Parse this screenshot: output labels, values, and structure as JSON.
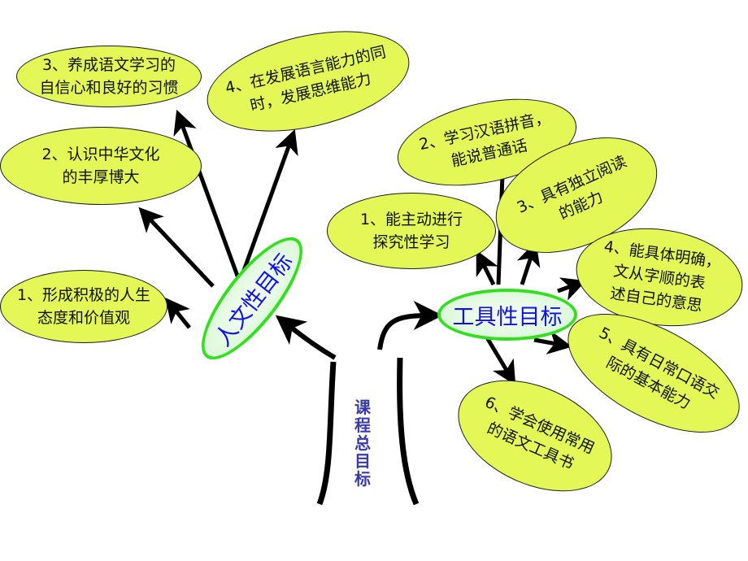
{
  "colors": {
    "node_fill": "#e3f856",
    "hub_border": "#33e020",
    "hub_text": "#1010ee",
    "trunk_text": "#3a3ab0",
    "lines": "#000000"
  },
  "trunk": {
    "label": "课程总目标",
    "chars": [
      "课",
      "程",
      "总",
      "目",
      "标"
    ]
  },
  "humanistic": {
    "hub_label": "人文性目标",
    "goals": [
      {
        "lines": [
          "1、形成积极的人生",
          "态度和价值观"
        ]
      },
      {
        "lines": [
          "2、认识中华文化",
          "的丰厚博大"
        ]
      },
      {
        "lines": [
          "3、养成语文学习的",
          "自信心和良好的习惯"
        ]
      },
      {
        "lines": [
          "4、在发展语言能力的同",
          "时，发展思维能力"
        ]
      }
    ]
  },
  "instrumental": {
    "hub_label": "工具性目标",
    "goals": [
      {
        "lines": [
          "1、能主动进行",
          "探究性学习"
        ]
      },
      {
        "lines": [
          "2、学习汉语拼音，",
          "能说普通话"
        ]
      },
      {
        "lines": [
          "3、具有独立阅读",
          "的能力"
        ]
      },
      {
        "lines": [
          "4、能具体明确，",
          "文从字顺的表",
          "述自己的意思"
        ]
      },
      {
        "lines": [
          "5、具有日常口语交",
          "际的基本能力"
        ]
      },
      {
        "lines": [
          "6、学会使用常用",
          "的语文工具书"
        ]
      }
    ]
  }
}
